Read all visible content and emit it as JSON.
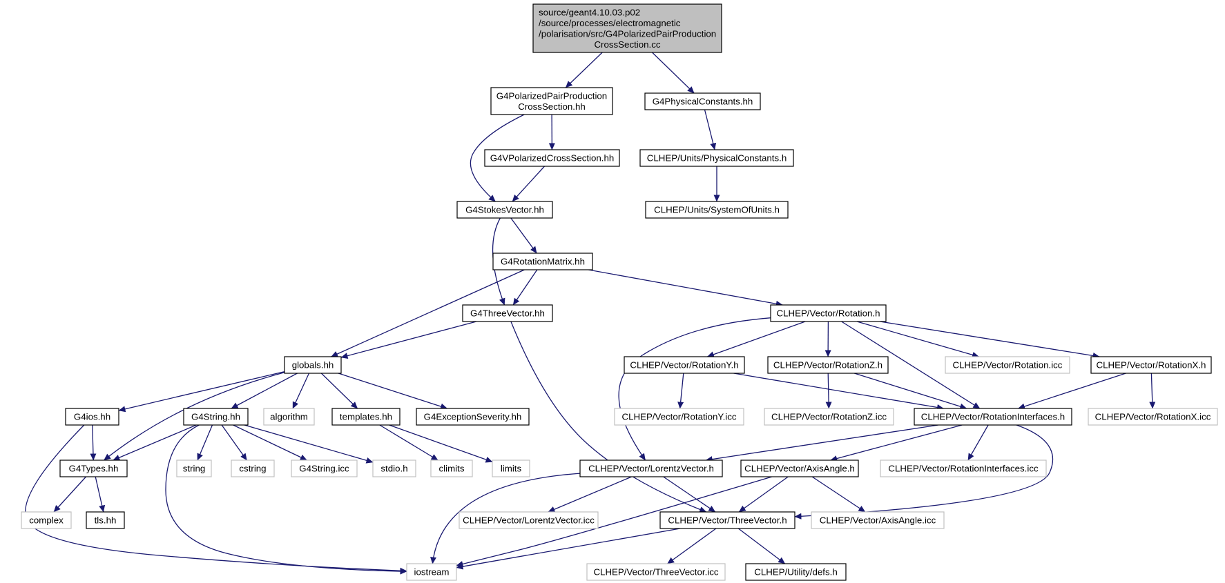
{
  "colors": {
    "edge": "#191970",
    "root_fill": "#bfbfbf",
    "node_border": "#000000",
    "external_border": "#c0c0c0"
  },
  "nodes": {
    "root": {
      "lines": [
        "source/geant4.10.03.p02",
        "/source/processes/electromagnetic",
        "/polarisation/src/G4PolarizedPairProduction",
        "CrossSection.cc"
      ]
    },
    "ppcs": {
      "lines": [
        "G4PolarizedPairProduction",
        "CrossSection.hh"
      ]
    },
    "physconst": {
      "lines": [
        "G4PhysicalConstants.hh"
      ]
    },
    "vpcs": {
      "lines": [
        "G4VPolarizedCrossSection.hh"
      ]
    },
    "clhepphys": {
      "lines": [
        "CLHEP/Units/PhysicalConstants.h"
      ]
    },
    "stokes": {
      "lines": [
        "G4StokesVector.hh"
      ]
    },
    "sysunits": {
      "lines": [
        "CLHEP/Units/SystemOfUnits.h"
      ]
    },
    "rotmat": {
      "lines": [
        "G4RotationMatrix.hh"
      ]
    },
    "threevec": {
      "lines": [
        "G4ThreeVector.hh"
      ]
    },
    "rotation": {
      "lines": [
        "CLHEP/Vector/Rotation.h"
      ]
    },
    "globals": {
      "lines": [
        "globals.hh"
      ]
    },
    "rotY": {
      "lines": [
        "CLHEP/Vector/RotationY.h"
      ]
    },
    "rotZ": {
      "lines": [
        "CLHEP/Vector/RotationZ.h"
      ]
    },
    "rotIcc": {
      "lines": [
        "CLHEP/Vector/Rotation.icc"
      ]
    },
    "rotX": {
      "lines": [
        "CLHEP/Vector/RotationX.h"
      ]
    },
    "g4ios": {
      "lines": [
        "G4ios.hh"
      ]
    },
    "g4string": {
      "lines": [
        "G4String.hh"
      ]
    },
    "algorithm": {
      "lines": [
        "algorithm"
      ]
    },
    "templates": {
      "lines": [
        "templates.hh"
      ]
    },
    "g4exc": {
      "lines": [
        "G4ExceptionSeverity.hh"
      ]
    },
    "rotYicc": {
      "lines": [
        "CLHEP/Vector/RotationY.icc"
      ]
    },
    "rotZicc": {
      "lines": [
        "CLHEP/Vector/RotationZ.icc"
      ]
    },
    "rotint": {
      "lines": [
        "CLHEP/Vector/RotationInterfaces.h"
      ]
    },
    "rotXicc": {
      "lines": [
        "CLHEP/Vector/RotationX.icc"
      ]
    },
    "g4types": {
      "lines": [
        "G4Types.hh"
      ]
    },
    "string": {
      "lines": [
        "string"
      ]
    },
    "cstring": {
      "lines": [
        "cstring"
      ]
    },
    "g4stricc": {
      "lines": [
        "G4String.icc"
      ]
    },
    "stdio": {
      "lines": [
        "stdio.h"
      ]
    },
    "climits": {
      "lines": [
        "climits"
      ]
    },
    "limits": {
      "lines": [
        "limits"
      ]
    },
    "lorentz": {
      "lines": [
        "CLHEP/Vector/LorentzVector.h"
      ]
    },
    "axisangle": {
      "lines": [
        "CLHEP/Vector/AxisAngle.h"
      ]
    },
    "rotinticc": {
      "lines": [
        "CLHEP/Vector/RotationInterfaces.icc"
      ]
    },
    "complex": {
      "lines": [
        "complex"
      ]
    },
    "tls": {
      "lines": [
        "tls.hh"
      ]
    },
    "lorentzicc": {
      "lines": [
        "CLHEP/Vector/LorentzVector.icc"
      ]
    },
    "clhep3v": {
      "lines": [
        "CLHEP/Vector/ThreeVector.h"
      ]
    },
    "axisicc": {
      "lines": [
        "CLHEP/Vector/AxisAngle.icc"
      ]
    },
    "iostream": {
      "lines": [
        "iostream"
      ]
    },
    "threevicc": {
      "lines": [
        "CLHEP/Vector/ThreeVector.icc"
      ]
    },
    "defs": {
      "lines": [
        "CLHEP/Utility/defs.h"
      ]
    }
  }
}
